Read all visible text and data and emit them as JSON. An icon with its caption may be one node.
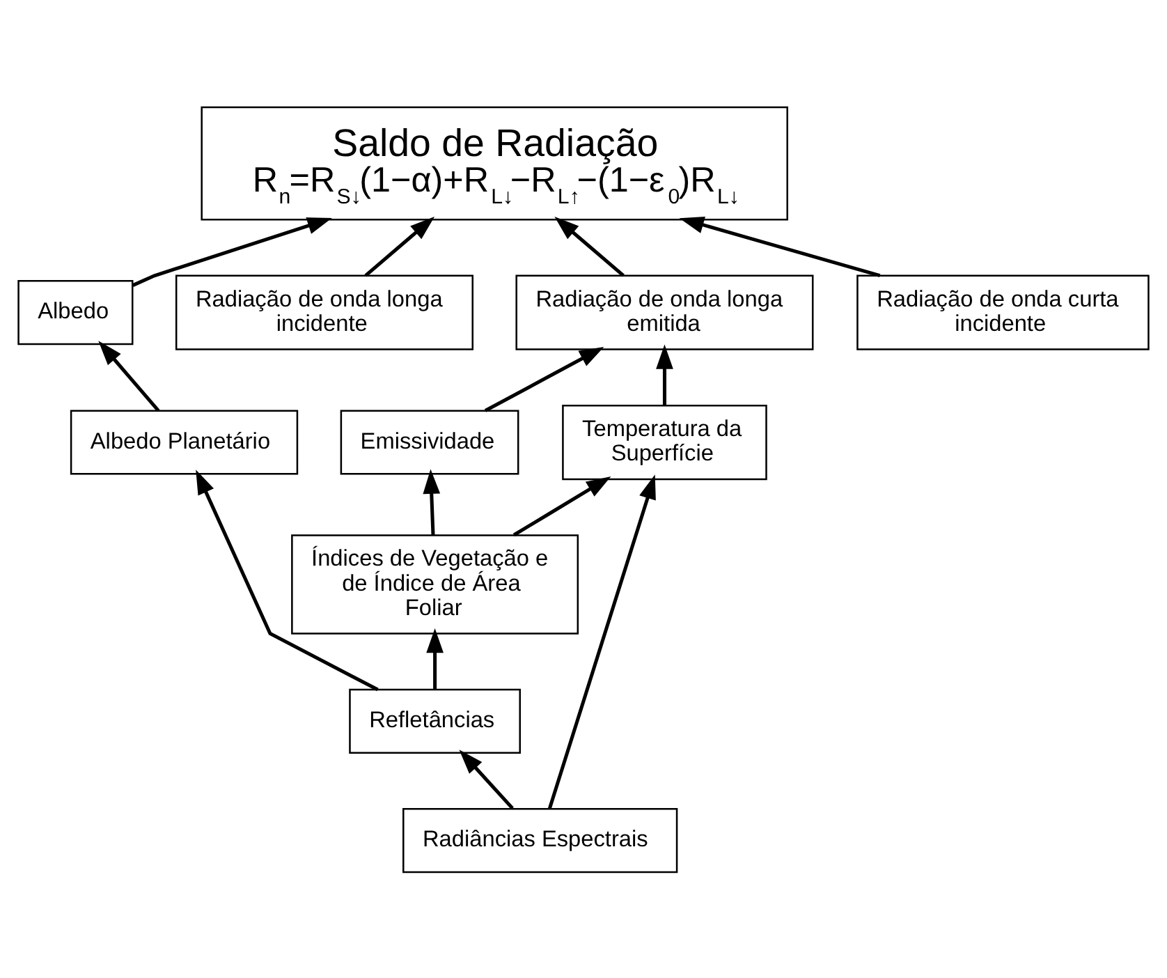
{
  "diagram": {
    "nodes": [
      {
        "text": [
          "Saldo de Radiação",
          "R$_{n}$=R$_{S↓}$(1−α)+R$_{L↓}$−R$_{L↑}$−(1−ε$_{0}$)R$_{L↓}$"
        ]
      },
      {
        "text": [
          "Albedo"
        ]
      },
      {
        "text": [
          "Radiação de onda longa incidente"
        ]
      },
      {
        "text": [
          "Radiação de onda longa emitida"
        ]
      },
      {
        "text": [
          "Radiação de onda curta incidente"
        ]
      },
      {
        "text": [
          "Albedo Planetário"
        ]
      },
      {
        "text": [
          "Emissividade"
        ]
      },
      {
        "text": [
          "Temperatura da Superfície"
        ]
      },
      {
        "text": [
          "Refletâncias"
        ]
      },
      {
        "text": [
          "Índices de Vegetação e de Índice de Área Foliar"
        ]
      },
      {
        "text": [
          "Radiâncias Espectrais"
        ]
      }
    ],
    "edges": [
      {
        "from": 1,
        "to": 0,
        "arrow": "to"
      },
      {
        "from": 2,
        "to": 0,
        "arrow": "to"
      },
      {
        "from": 3,
        "to": 0,
        "arrow": "to"
      },
      {
        "from": 4,
        "to": 0,
        "arrow": "to"
      },
      {
        "from": 5,
        "to": 1,
        "arrow": "to"
      },
      {
        "from": 6,
        "to": 3,
        "arrow": "to"
      },
      {
        "from": 7,
        "to": 3,
        "arrow": "to"
      },
      {
        "from": 8,
        "to": 5,
        "arrow": "to"
      },
      {
        "from": 8,
        "to": 9,
        "arrow": "to"
      },
      {
        "from": 9,
        "to": 6,
        "arrow": "to"
      },
      {
        "from": 9,
        "to": 7,
        "arrow": "to"
      },
      {
        "from": 10,
        "to": 8,
        "arrow": "to"
      },
      {
        "from": 10,
        "to": 7,
        "arrow": "to"
      }
    ]
  }
}
